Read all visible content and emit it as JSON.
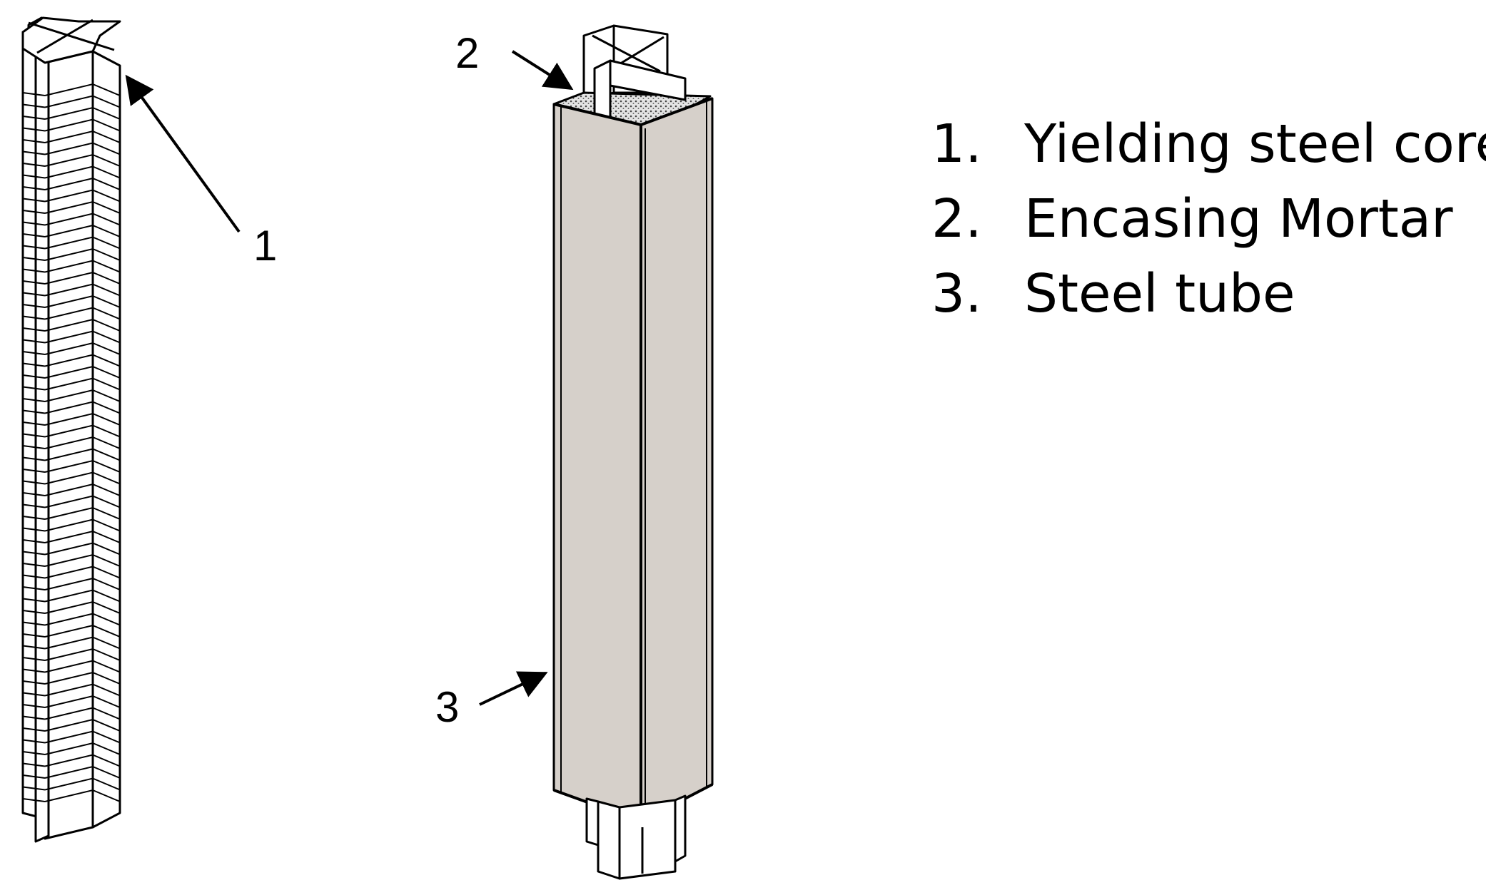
{
  "callouts": {
    "core": "1",
    "mortar": "2",
    "tube": "3"
  },
  "legend": [
    {
      "number": "1.",
      "label": "Yielding steel core"
    },
    {
      "number": "2.",
      "label": "Encasing Mortar"
    },
    {
      "number": "3.",
      "label": "Steel tube"
    }
  ],
  "colors": {
    "tube_face": "#d6d0ca",
    "mortar_fill": "#e4e4e4",
    "line": "#000000"
  }
}
